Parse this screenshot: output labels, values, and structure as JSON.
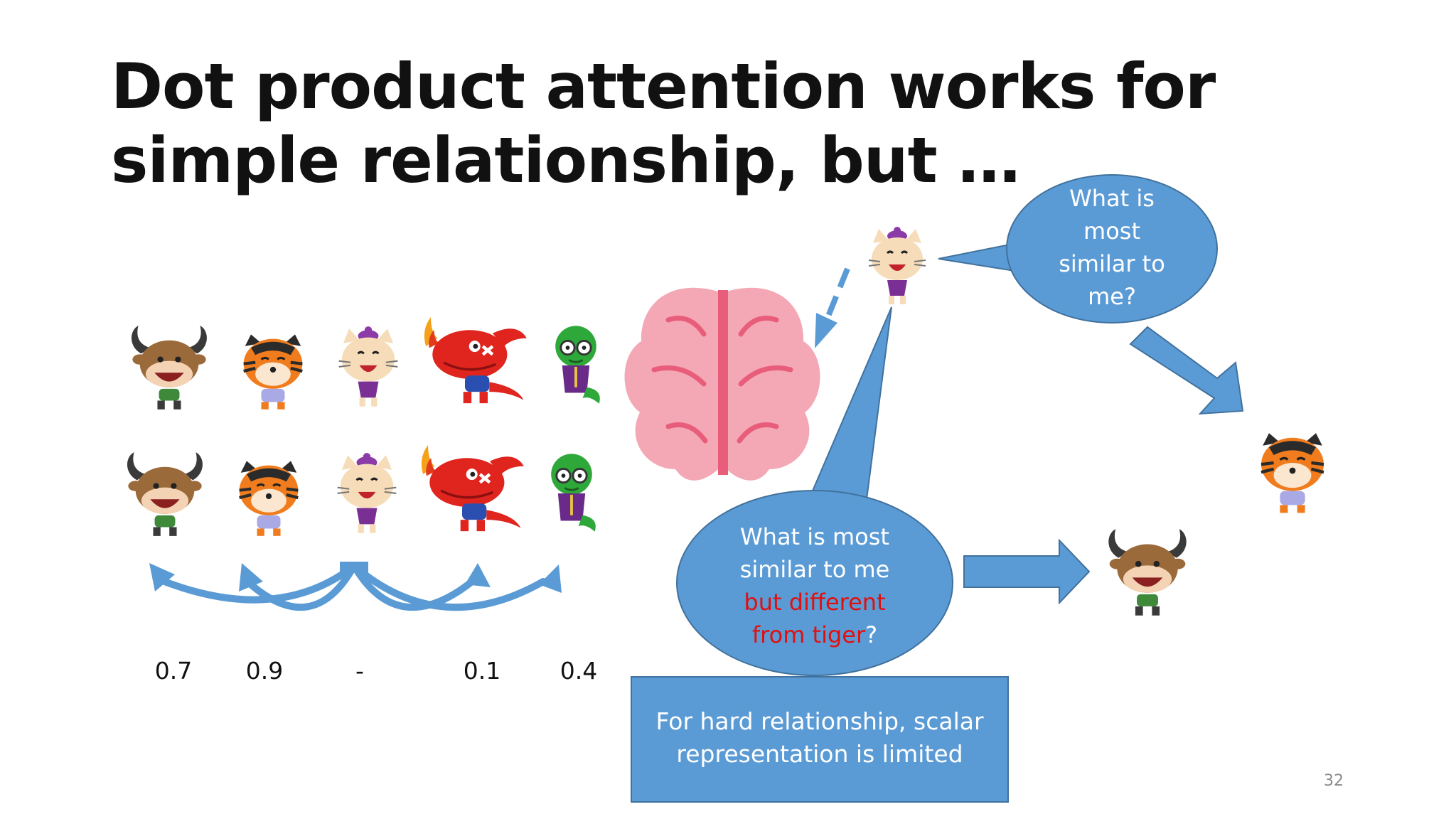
{
  "slide": {
    "title_line1": "Dot product attention works for",
    "title_line2": "simple relationship, but …",
    "page_number": "32"
  },
  "bubble_top": {
    "lines": [
      "What is",
      "most",
      "similar to",
      "me?"
    ]
  },
  "bubble_bottom": {
    "line1": "What is  most",
    "line2": "similar to me",
    "line3": "but different",
    "line4_red": "from tiger",
    "line4_end": "?"
  },
  "scores": [
    "0.7",
    "0.9",
    "-",
    "0.1",
    "0.4"
  ],
  "box": {
    "line1": "For hard relationship, scalar",
    "line2": "representation is limited"
  },
  "characters": {
    "row_top": [
      "ox-icon",
      "tiger-icon",
      "cat-icon",
      "dragon-icon",
      "snake-icon"
    ],
    "row_bottom": [
      "ox-icon",
      "tiger-icon",
      "cat-icon",
      "dragon-icon",
      "snake-icon"
    ]
  },
  "colors": {
    "accent_blue": "#5b9bd5",
    "blue_border": "#41719c",
    "emphasis_red": "#e0100f",
    "brain_pink": "#f4a8b6",
    "brain_line": "#e85e7a"
  }
}
